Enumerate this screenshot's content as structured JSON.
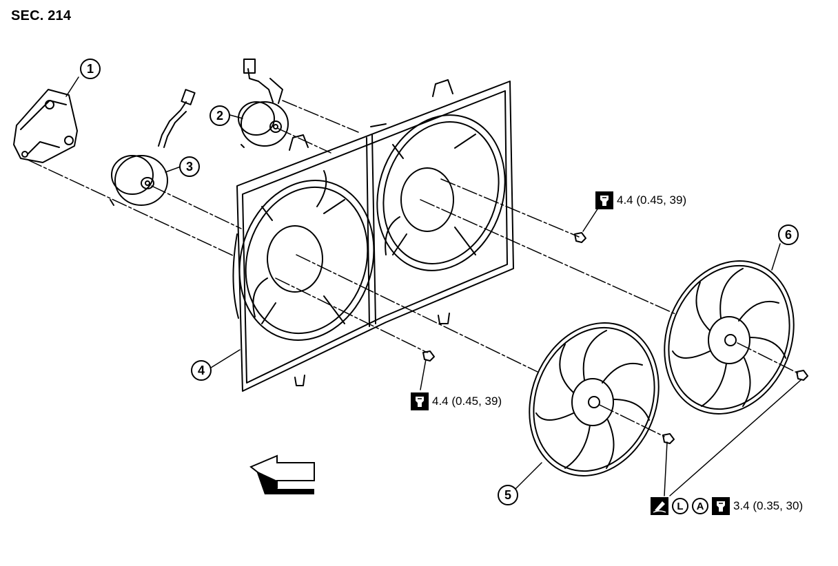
{
  "section": "SEC. 214",
  "callouts": {
    "c1": "1",
    "c2": "2",
    "c3": "3",
    "c4": "4",
    "c5": "5",
    "c6": "6"
  },
  "torques": {
    "upper_bolt": "4.4 (0.45, 39)",
    "lower_bolt": "4.4 (0.45, 39)",
    "fan_nut": "3.4 (0.35, 30)"
  },
  "symbols": {
    "sealant": "L",
    "anti_seize": "A"
  },
  "icons": [
    "tightening-torque-icon",
    "locking-sealant-icon",
    "front-direction-arrow-icon"
  ]
}
